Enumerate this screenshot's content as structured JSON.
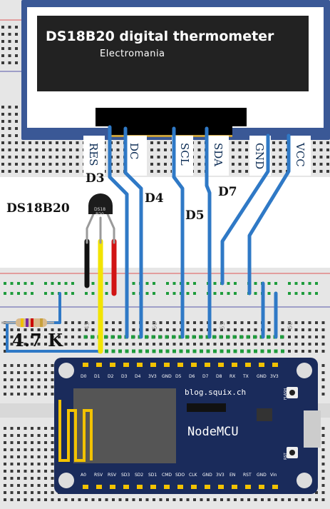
{
  "oled": {
    "title": "DS18B20 digital thermometer",
    "subtitle": "Electromania",
    "pins": [
      "RES",
      "DC",
      "SCL",
      "SDA",
      "GND",
      "VCC"
    ]
  },
  "gpio_labels": {
    "res": "D3",
    "dc": "D4",
    "scl": "D5",
    "sda": "D7"
  },
  "sensor": {
    "name": "DS18B20",
    "chip_text": "DS18\nB20"
  },
  "resistor": {
    "value": "4.7 K"
  },
  "breadboard": {
    "column_numbers": [
      "45",
      "50",
      "55",
      "60"
    ]
  },
  "nodemcu": {
    "url": "blog.squix.ch",
    "name": "NodeMCU",
    "top_pins": [
      "D0",
      "D1",
      "D2",
      "D3",
      "D4",
      "3V3",
      "GND",
      "D5",
      "D6",
      "D7",
      "D8",
      "RX",
      "TX",
      "GND",
      "3V3"
    ],
    "bottom_pins": [
      "A0",
      "RSV",
      "RSV",
      "SD3",
      "SD2",
      "SD1",
      "CMD",
      "SDO",
      "CLK",
      "GND",
      "3V3",
      "EN",
      "RST",
      "GND",
      "Vin"
    ],
    "flash_label": "FLASH",
    "rst_label": "RST"
  },
  "colors": {
    "breadboard": "#e6e6e6",
    "hole": "#3a3a3a",
    "rail_hole_green": "#1e9c3c",
    "wire_blue": "#2f79c6",
    "wire_black": "#111111",
    "wire_red": "#d11414",
    "wire_yellow": "#f2e400",
    "nodemcu_board": "#1a2b5b",
    "oled_frame": "#3a5896",
    "oled_screen": "#222222",
    "rail_red": "#d55",
    "rail_blue": "#55a"
  }
}
